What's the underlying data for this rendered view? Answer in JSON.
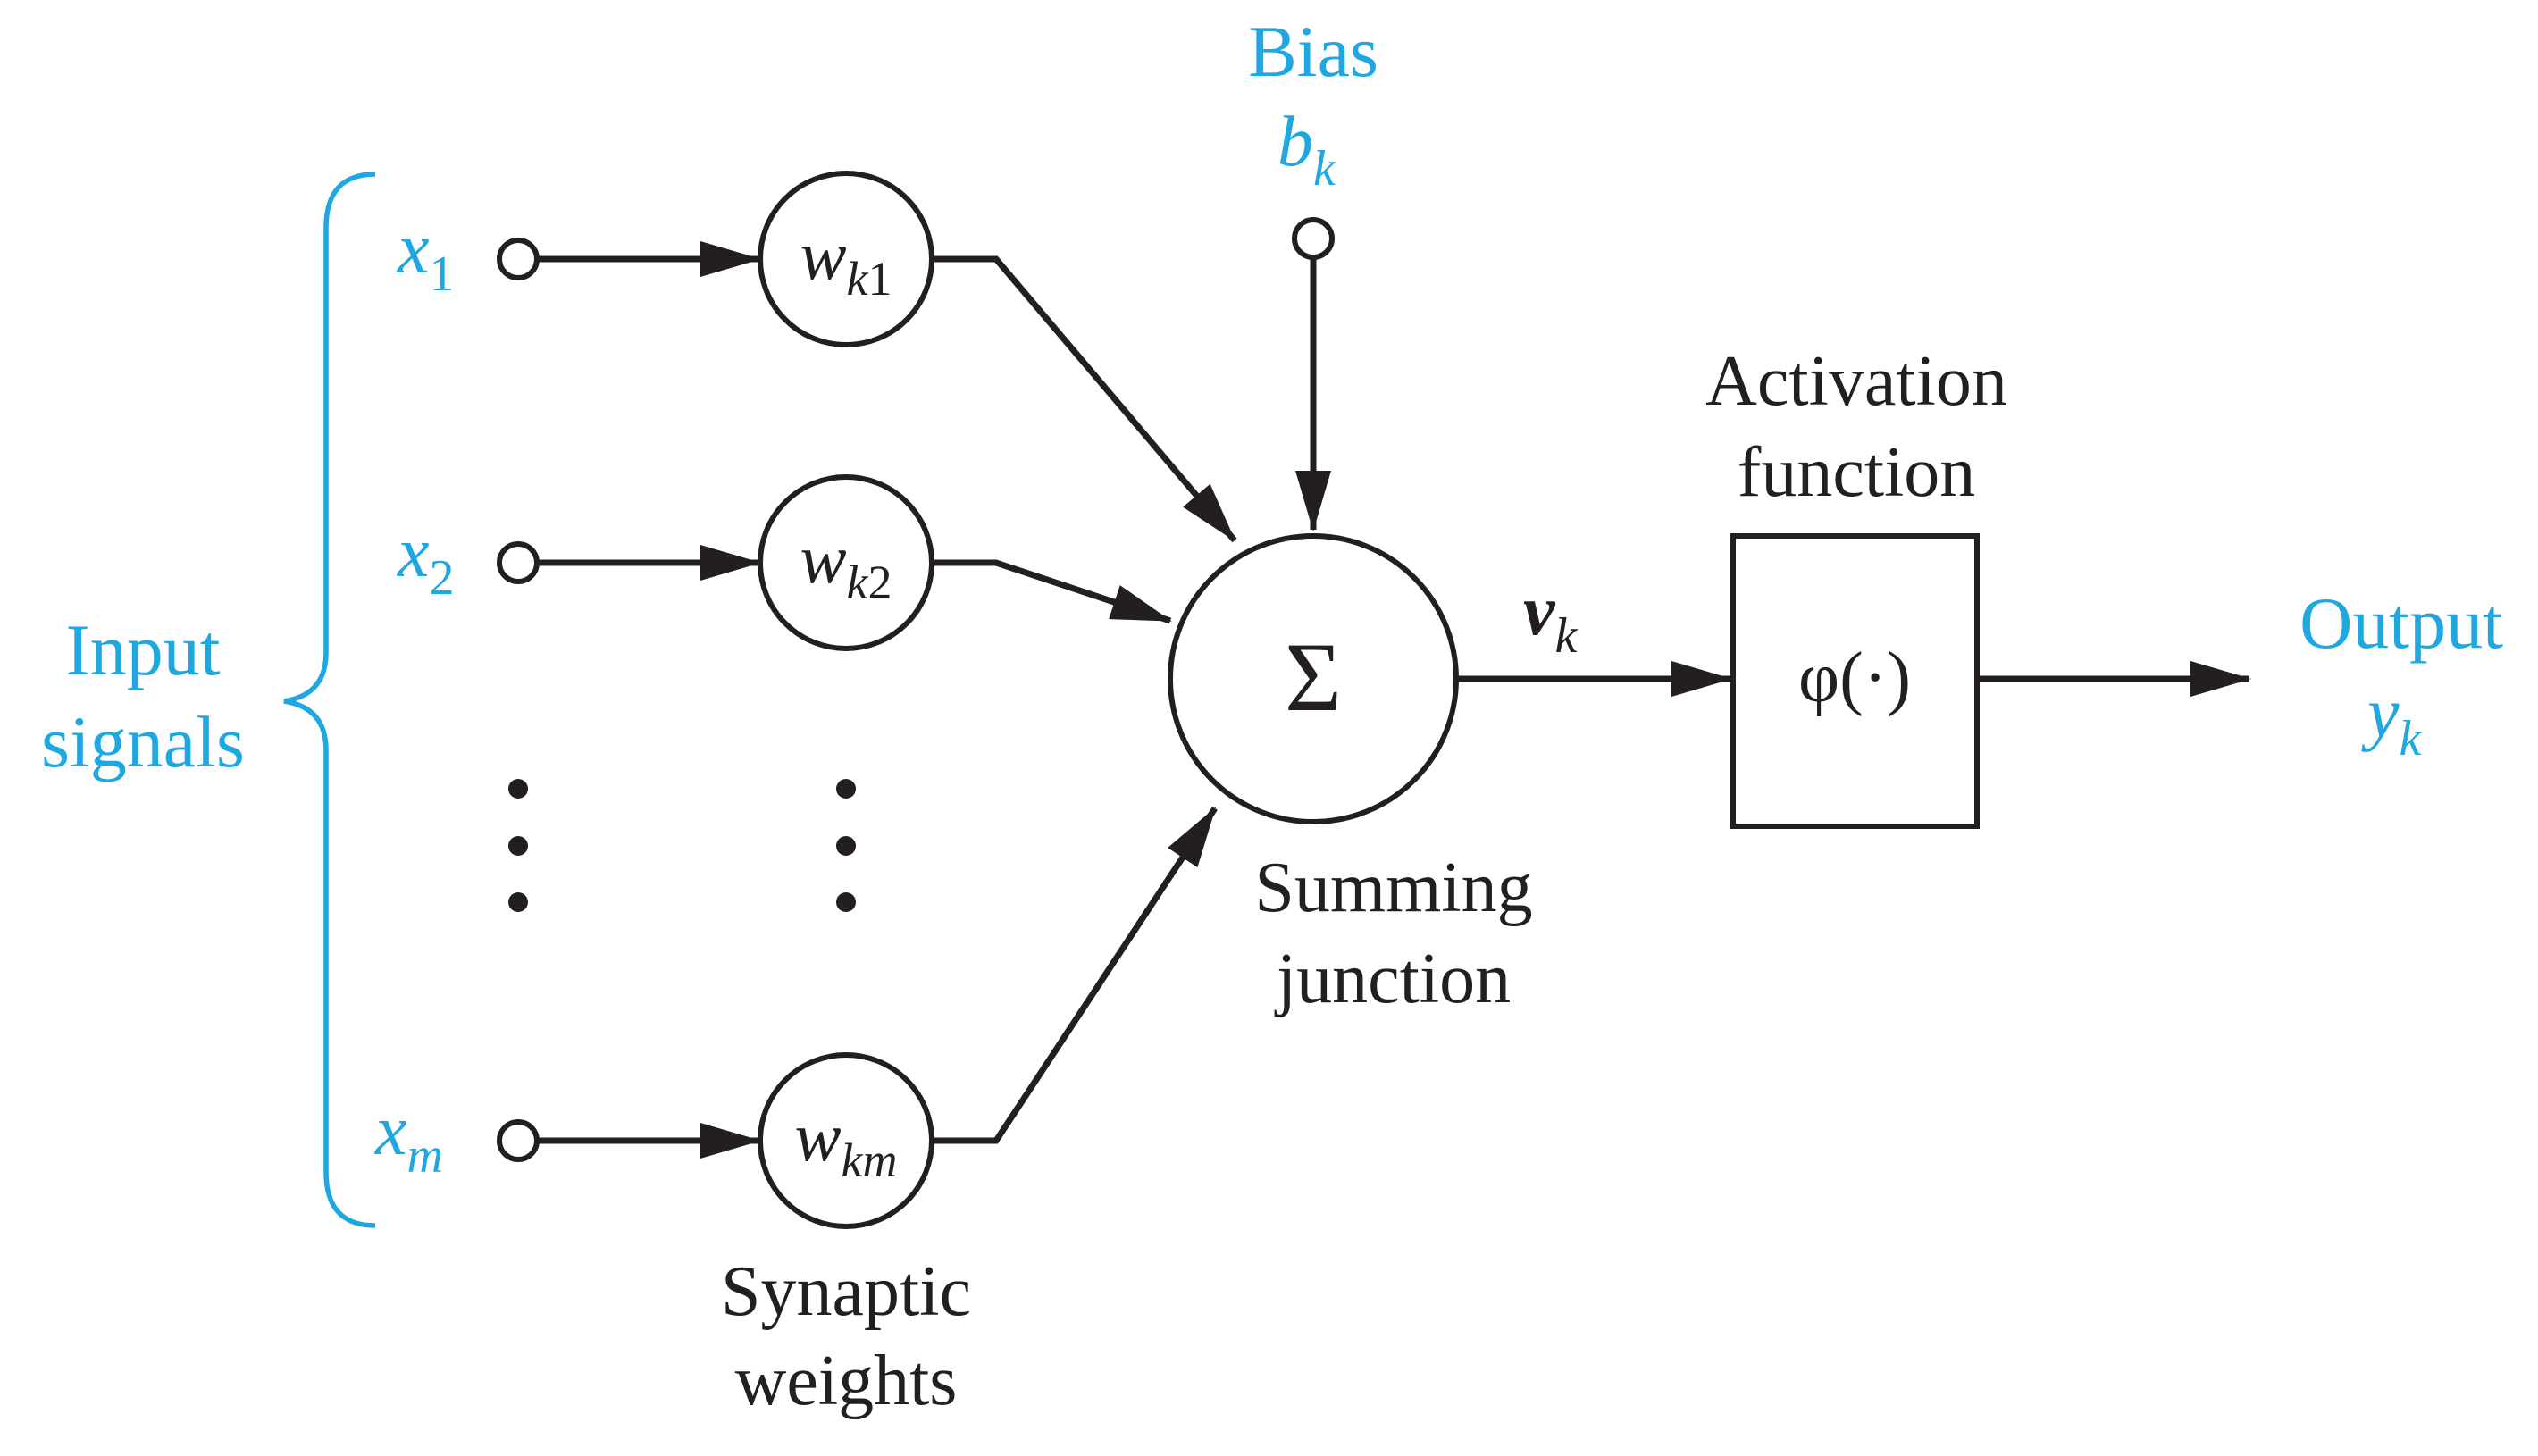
{
  "colors": {
    "accent": "#1ea7e1",
    "ink": "#231f20",
    "background": "#ffffff"
  },
  "input_signals": {
    "label_line1": "Input",
    "label_line2": "signals",
    "inputs": [
      {
        "var": "x",
        "sub": "1"
      },
      {
        "var": "x",
        "sub": "2"
      },
      {
        "var": "x",
        "sub": "m"
      }
    ]
  },
  "synaptic_weights": {
    "label_line1": "Synaptic",
    "label_line2": "weights",
    "weights": [
      {
        "var": "w",
        "sub_italic": "k",
        "sub_plain": "1"
      },
      {
        "var": "w",
        "sub_italic": "k",
        "sub_plain": "2"
      },
      {
        "var": "w",
        "sub_italic": "km",
        "sub_plain": ""
      }
    ]
  },
  "bias": {
    "label": "Bias",
    "var": "b",
    "sub": "k"
  },
  "summing_junction": {
    "symbol": "Σ",
    "label_line1": "Summing",
    "label_line2": "junction"
  },
  "induced_field": {
    "var": "v",
    "sub": "k"
  },
  "activation_function": {
    "label_line1": "Activation",
    "label_line2": "function",
    "symbol": "φ(·)"
  },
  "output": {
    "label": "Output",
    "var": "y",
    "sub": "k"
  }
}
